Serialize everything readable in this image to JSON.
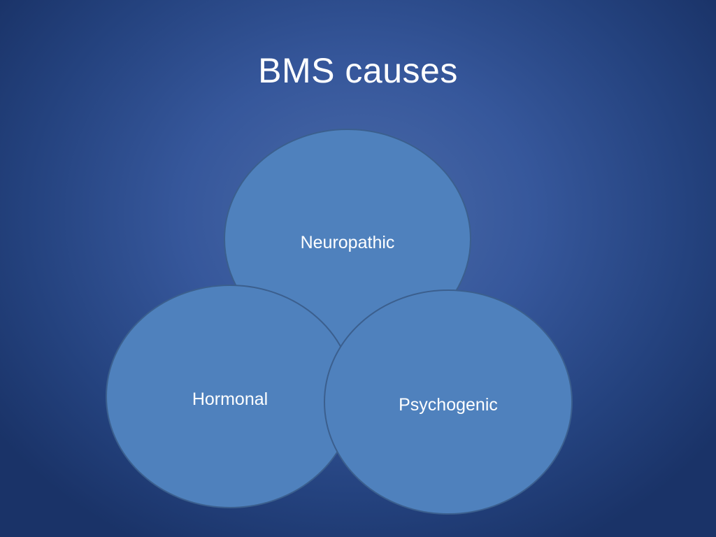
{
  "slide": {
    "title": "BMS causes"
  },
  "diagram": {
    "fill_color": "#4f81bd",
    "stroke_color": "#3b5f8e",
    "circles": [
      {
        "id": "neuropathic",
        "label": "Neuropathic"
      },
      {
        "id": "hormonal",
        "label": "Hormonal"
      },
      {
        "id": "psychogenic",
        "label": "Psychogenic"
      }
    ]
  }
}
